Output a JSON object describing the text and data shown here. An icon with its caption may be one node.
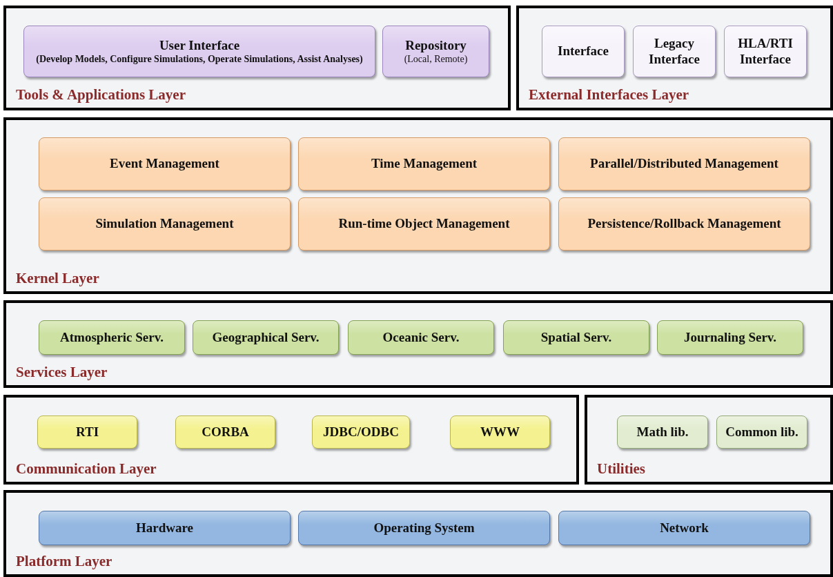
{
  "diagram": {
    "nodes": [
      {
        "text": [
          "Tools & Applications Layer"
        ]
      },
      {
        "text": [
          "User Interface",
          "(Develop Models, Configure Simulations, Operate Simulations, Assist Analyses)"
        ],
        "in": 0
      },
      {
        "text": [
          "Repository",
          "(Local, Remote)"
        ],
        "in": 0
      },
      {
        "text": [
          "External Interfaces Layer"
        ]
      },
      {
        "text": [
          "Interface"
        ],
        "in": 3
      },
      {
        "text": [
          "Legacy Interface"
        ],
        "in": 3
      },
      {
        "text": [
          "HLA/RTI Interface"
        ],
        "in": 3
      },
      {
        "text": [
          "Kernel Layer"
        ]
      },
      {
        "text": [
          "Event Management"
        ],
        "in": 7
      },
      {
        "text": [
          "Time Management"
        ],
        "in": 7
      },
      {
        "text": [
          "Parallel/Distributed Management"
        ],
        "in": 7
      },
      {
        "text": [
          "Simulation Management"
        ],
        "in": 7
      },
      {
        "text": [
          "Run-time Object Management"
        ],
        "in": 7
      },
      {
        "text": [
          "Persistence/Rollback Management"
        ],
        "in": 7
      },
      {
        "text": [
          "Services Layer"
        ]
      },
      {
        "text": [
          "Atmospheric Serv."
        ],
        "in": 14
      },
      {
        "text": [
          "Geographical Serv."
        ],
        "in": 14
      },
      {
        "text": [
          "Oceanic Serv."
        ],
        "in": 14
      },
      {
        "text": [
          "Spatial Serv."
        ],
        "in": 14
      },
      {
        "text": [
          "Journaling Serv."
        ],
        "in": 14
      },
      {
        "text": [
          "Communication Layer"
        ]
      },
      {
        "text": [
          "RTI"
        ],
        "in": 20
      },
      {
        "text": [
          "CORBA"
        ],
        "in": 20
      },
      {
        "text": [
          "JDBC/ODBC"
        ],
        "in": 20
      },
      {
        "text": [
          "WWW"
        ],
        "in": 20
      },
      {
        "text": [
          "Utilities"
        ]
      },
      {
        "text": [
          "Math lib."
        ],
        "in": 25
      },
      {
        "text": [
          "Common lib."
        ],
        "in": 25
      },
      {
        "text": [
          "Platform Layer"
        ]
      },
      {
        "text": [
          "Hardware"
        ],
        "in": 28
      },
      {
        "text": [
          "Operating System"
        ],
        "in": 28
      },
      {
        "text": [
          "Network"
        ],
        "in": 28
      }
    ]
  }
}
